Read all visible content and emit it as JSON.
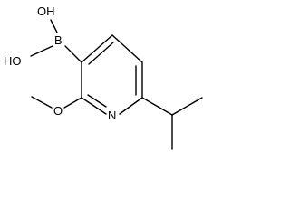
{
  "molecule": {
    "labels": {
      "oh_top": "OH",
      "ho_left": "HO",
      "boron": "B",
      "methoxy_oxygen": "O",
      "ring_nitrogen": "N"
    }
  }
}
